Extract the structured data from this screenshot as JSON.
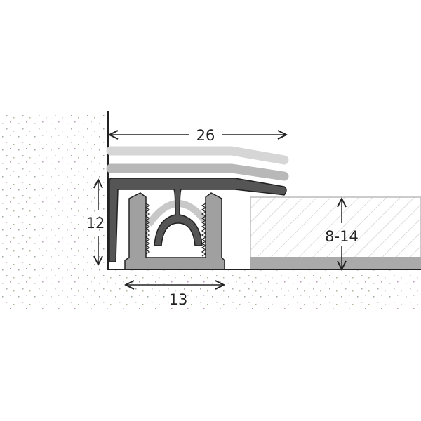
{
  "dimensions": {
    "width_total": "26",
    "height_profile": "12",
    "base_width": "13",
    "floor_thickness": "8-14"
  },
  "colors": {
    "profile_dark": "#555555",
    "profile_base": "#a0a0a0",
    "ghost_light": "#d6d6d6",
    "ghost_mid": "#b8b8b8",
    "floor_band": "#aaaaaa",
    "hatch": "#c8c8c8",
    "arrow": "#222222"
  }
}
